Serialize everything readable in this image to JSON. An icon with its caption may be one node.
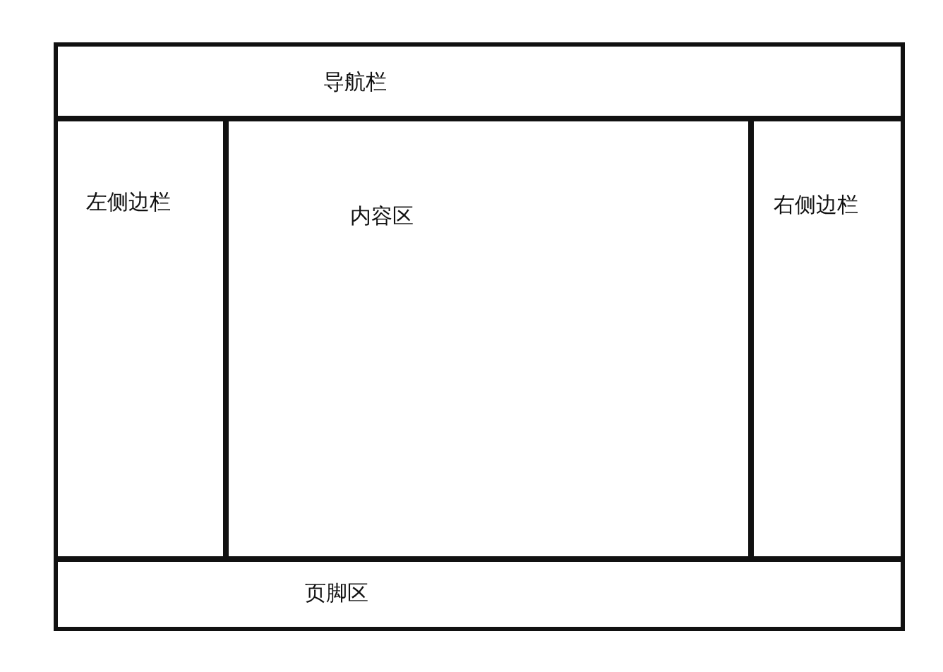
{
  "diagram": {
    "nodes": [
      {
        "text": [
          "导航栏"
        ]
      },
      {
        "text": [
          "左侧边栏"
        ]
      },
      {
        "text": [
          "内容区"
        ]
      },
      {
        "text": [
          "右侧边栏"
        ]
      },
      {
        "text": [
          "页脚区"
        ]
      }
    ]
  }
}
